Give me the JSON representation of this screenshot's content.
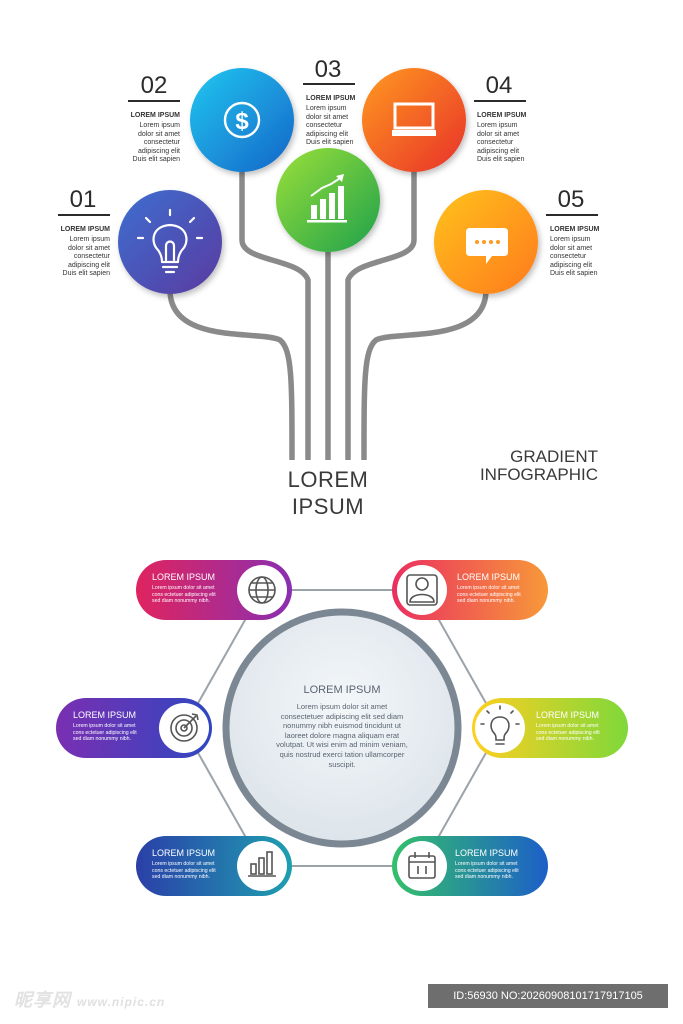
{
  "tree": {
    "center_title_line1": "LOREM",
    "center_title_line2": "IPSUM",
    "side_title_line1": "GRADIENT",
    "side_title_line2": "INFOGRAPHIC",
    "items": [
      {
        "number": "01",
        "heading": "LOREM IPSUM",
        "text": [
          "Lorem ipsum",
          "dolor sit amet",
          "consectetur",
          "adipiscing elit",
          "Duis elit sapien"
        ],
        "icon": "lightbulb-icon",
        "colors": [
          "#3d6fd0",
          "#5a3aa0"
        ]
      },
      {
        "number": "02",
        "heading": "LOREM IPSUM",
        "text": [
          "Lorem ipsum",
          "dolor sit amet",
          "consectetur",
          "adipiscing elit",
          "Duis elit sapien"
        ],
        "icon": "dollar-icon",
        "colors": [
          "#22c7f0",
          "#1565c8"
        ]
      },
      {
        "number": "03",
        "heading": "LOREM IPSUM",
        "text": [
          "Lorem ipsum",
          "dolor sit amet",
          "consectetur",
          "adipiscing elit",
          "Duis elit sapien"
        ],
        "icon": "bar-chart-icon",
        "colors": [
          "#9be03a",
          "#1ea14a"
        ]
      },
      {
        "number": "04",
        "heading": "LOREM IPSUM",
        "text": [
          "Lorem ipsum",
          "dolor sit amet",
          "consectetur",
          "adipiscing elit",
          "Duis elit sapien"
        ],
        "icon": "monitor-icon",
        "colors": [
          "#ff9a1f",
          "#e8312b"
        ]
      },
      {
        "number": "05",
        "heading": "LOREM IPSUM",
        "text": [
          "Lorem ipsum",
          "dolor sit amet",
          "consectetur",
          "adipiscing elit",
          "Duis elit sapien"
        ],
        "icon": "chat-bubble-icon",
        "colors": [
          "#ffc21a",
          "#ff7a1a"
        ]
      }
    ]
  },
  "hexagon": {
    "center_title": "LOREM IPSUM",
    "center_text": "Lorem ipsum dolor sit amet consectetuer adipiscing elit sed diam nonummy nibh euismod tincidunt ut laoreet dolore magna aliquam erat volutpat. Ut wisi enim ad minim veniam, quis nostrud exerci tation ullamcorper suscipit.",
    "pills": [
      {
        "title": "LOREM IPSUM",
        "text": [
          "Lorem ipsum dolor sit amet",
          "cons ectetuer adipiscing elit",
          "sed diam nonummy nibh."
        ],
        "icon": "globe-icon",
        "colors": [
          "#e0245f",
          "#8a2fb0"
        ]
      },
      {
        "title": "LOREM IPSUM",
        "text": [
          "Lorem ipsum dolor sit amet",
          "cons ectetuer adipiscing elit",
          "sed diam nonummy nibh."
        ],
        "icon": "user-icon",
        "colors": [
          "#ea2f5f",
          "#f7993a"
        ]
      },
      {
        "title": "LOREM IPSUM",
        "text": [
          "Lorem ipsum dolor sit amet",
          "cons ectetuer adipiscing elit",
          "sed diam nonummy nibh."
        ],
        "icon": "target-icon",
        "colors": [
          "#7a2fb2",
          "#3047c0"
        ]
      },
      {
        "title": "LOREM IPSUM",
        "text": [
          "Lorem ipsum dolor sit amet",
          "cons ectetuer adipiscing elit",
          "sed diam nonummy nibh."
        ],
        "icon": "lightbulb-icon",
        "colors": [
          "#ffcf22",
          "#7fd83a"
        ]
      },
      {
        "title": "LOREM IPSUM",
        "text": [
          "Lorem ipsum dolor sit amet",
          "cons ectetuer adipiscing elit",
          "sed diam nonummy nibh."
        ],
        "icon": "bar-chart-icon",
        "colors": [
          "#2a3fa8",
          "#1f9fb0"
        ]
      },
      {
        "title": "LOREM IPSUM",
        "text": [
          "Lorem ipsum dolor sit amet",
          "cons ectetuer adipiscing elit",
          "sed diam nonummy nibh."
        ],
        "icon": "calendar-icon",
        "colors": [
          "#34c06a",
          "#1c5fc8"
        ]
      }
    ]
  },
  "footer": {
    "watermark_logo": "昵享网",
    "watermark_url": "www.nipic.cn",
    "image_id": "ID:56930 NO:20260908101717917105"
  }
}
